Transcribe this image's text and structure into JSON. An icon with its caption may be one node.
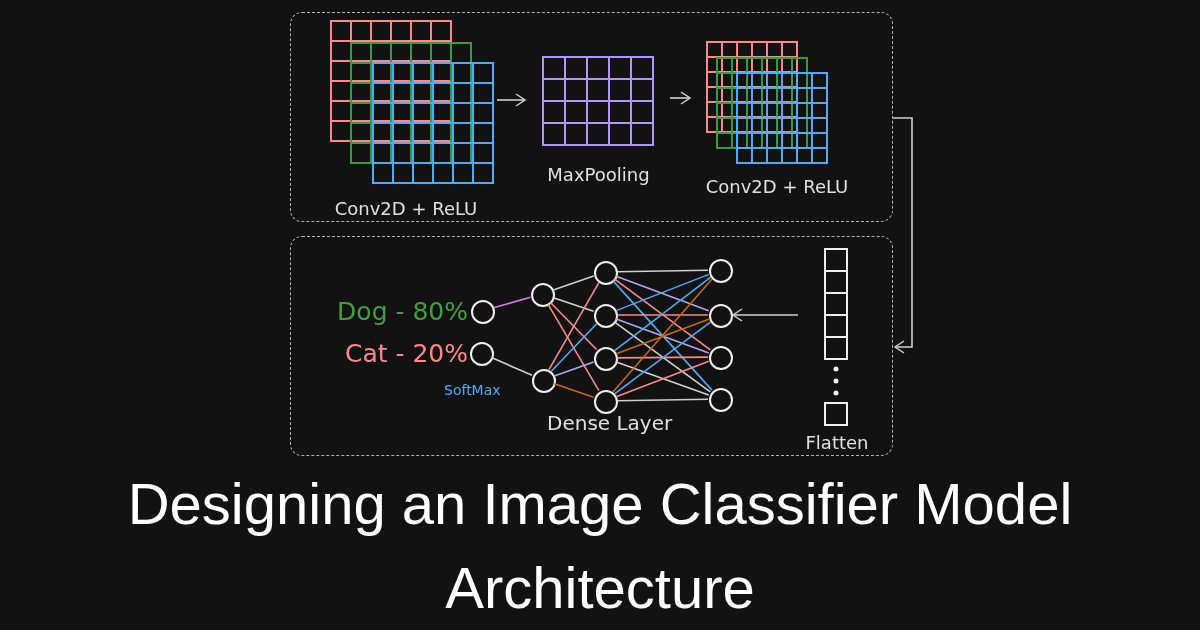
{
  "diagram": {
    "title": "Designing an Image Classifier Model Architecture",
    "nodes": [
      {
        "text": [],
        "shape": "box"
      },
      {
        "text": [
          "Conv2D + ReLU"
        ],
        "in": 0
      },
      {
        "text": [
          "MaxPooling"
        ],
        "in": 0
      },
      {
        "text": [
          "Conv2D + ReLU"
        ],
        "in": 0
      },
      {
        "text": [],
        "shape": "box"
      },
      {
        "text": [],
        "shape": "circle",
        "in": 4,
        "beside": [
          "Dog - 80%"
        ]
      },
      {
        "text": [],
        "shape": "circle",
        "in": 4,
        "beside": [
          "Cat - 20%"
        ]
      },
      {
        "text": [],
        "shape": "circle",
        "in": 4
      },
      {
        "text": [],
        "shape": "circle",
        "in": 4
      },
      {
        "text": [],
        "shape": "circle",
        "in": 4
      },
      {
        "text": [],
        "shape": "circle",
        "in": 4
      },
      {
        "text": [],
        "shape": "circle",
        "in": 4
      },
      {
        "text": [],
        "shape": "circle",
        "in": 4
      },
      {
        "text": [],
        "shape": "circle",
        "in": 4
      },
      {
        "text": [],
        "shape": "circle",
        "in": 4
      },
      {
        "text": [],
        "shape": "circle",
        "in": 4
      },
      {
        "text": [],
        "shape": "circle",
        "in": 4
      },
      {
        "text": [
          "Flatten"
        ],
        "in": 4
      }
    ],
    "edges": [
      {
        "from": 1,
        "to": 2,
        "arrow": "to"
      },
      {
        "from": 2,
        "to": 3,
        "arrow": "to"
      },
      {
        "from": 0,
        "to": 4,
        "arrow": "to"
      },
      {
        "from": 17,
        "to": 14,
        "arrow": "to"
      },
      {
        "from": 5,
        "to": 7,
        "arrow": "none",
        "color": "#da77f2"
      },
      {
        "from": 6,
        "to": 8,
        "arrow": "none"
      },
      {
        "from": 7,
        "to": 9,
        "arrow": "none"
      },
      {
        "from": 7,
        "to": 10,
        "arrow": "none"
      },
      {
        "from": 7,
        "to": 11,
        "arrow": "none",
        "color": "#ff8787"
      },
      {
        "from": 7,
        "to": 12,
        "arrow": "none",
        "color": "#ff8787"
      },
      {
        "from": 8,
        "to": 9,
        "arrow": "none",
        "color": "#ff8787"
      },
      {
        "from": 8,
        "to": 10,
        "arrow": "none",
        "color": "#4dabf7"
      },
      {
        "from": 8,
        "to": 11,
        "arrow": "none",
        "color": "#b1a7f0"
      },
      {
        "from": 8,
        "to": 12,
        "arrow": "none",
        "color": "#c8690e"
      },
      {
        "from": 9,
        "to": 13,
        "arrow": "none"
      },
      {
        "from": 9,
        "to": 14,
        "arrow": "none",
        "color": "#b1a7f0"
      },
      {
        "from": 9,
        "to": 15,
        "arrow": "none",
        "color": "#ff8787"
      },
      {
        "from": 9,
        "to": 16,
        "arrow": "none",
        "color": "#4dabf7"
      },
      {
        "from": 10,
        "to": 13,
        "arrow": "none",
        "color": "#4dabf7"
      },
      {
        "from": 10,
        "to": 14,
        "arrow": "none",
        "color": "#ff8787"
      },
      {
        "from": 10,
        "to": 15,
        "arrow": "none",
        "color": "#b1a7f0"
      },
      {
        "from": 10,
        "to": 16,
        "arrow": "none"
      },
      {
        "from": 11,
        "to": 13,
        "arrow": "none",
        "color": "#4dabf7"
      },
      {
        "from": 11,
        "to": 14,
        "arrow": "none",
        "color": "#c8690e"
      },
      {
        "from": 11,
        "to": 15,
        "arrow": "none",
        "color": "#ff8787"
      },
      {
        "from": 11,
        "to": 16,
        "arrow": "none"
      },
      {
        "from": 12,
        "to": 13,
        "arrow": "none",
        "color": "#c8690e"
      },
      {
        "from": 12,
        "to": 14,
        "arrow": "none",
        "color": "#4dabf7"
      },
      {
        "from": 12,
        "to": 15,
        "arrow": "none",
        "color": "#ff8787"
      },
      {
        "from": 12,
        "to": 16,
        "arrow": "none"
      }
    ],
    "labels": [
      "SoftMax",
      "Dense Layer"
    ]
  }
}
